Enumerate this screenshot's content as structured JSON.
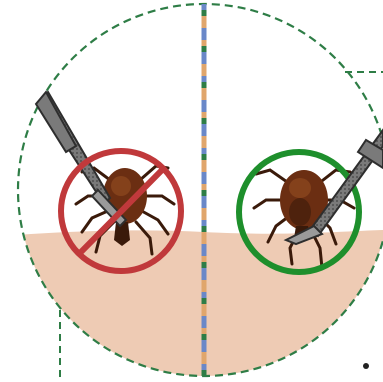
{
  "panels": [
    {
      "id": "incorrect",
      "verdict": "wrong",
      "tool": "tweezers",
      "grip": "body"
    },
    {
      "id": "correct",
      "verdict": "right",
      "tool": "tweezers",
      "grip": "head-at-skin"
    }
  ],
  "colors": {
    "skin": "#eecbb4",
    "outline_dashed": "#2e7d46",
    "divider_a": "#e0a66c",
    "divider_b": "#6a88c8",
    "divider_c": "#2e7d46",
    "prohibited_ring": "#c0393b",
    "approved_ring": "#1e8f2c",
    "tick_body": "#6b2e12",
    "tick_body_light": "#8f4a20",
    "tick_head": "#3a1a0a",
    "tweezers": "#777777",
    "tweezers_dark": "#2e2e2e"
  },
  "icons": [
    "tick-icon",
    "tweezers-icon",
    "prohibited-circle-icon",
    "approved-circle-icon"
  ]
}
